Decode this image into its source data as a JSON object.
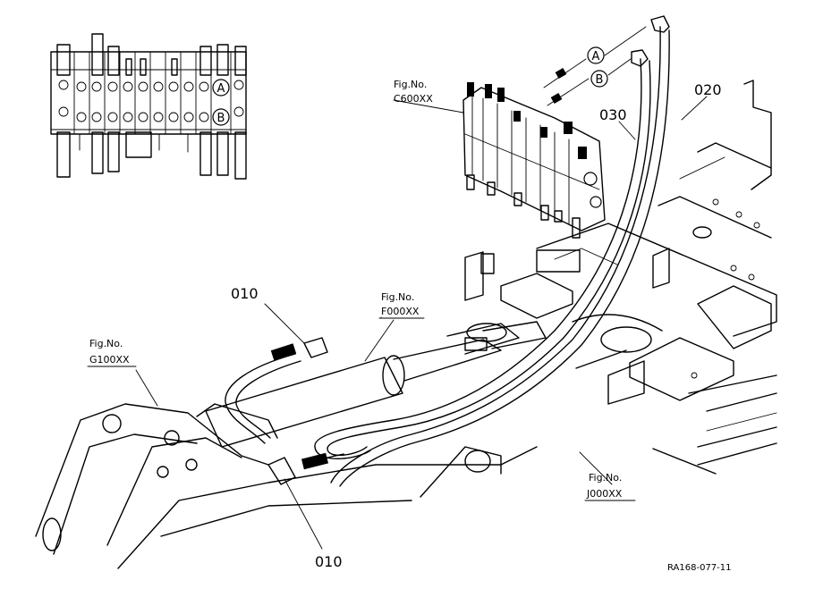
{
  "callouts": {
    "part_010_top": "010",
    "part_010_bottom": "010",
    "part_020": "020",
    "part_030": "030"
  },
  "figure_refs": {
    "c600": {
      "line1": "Fig.No.",
      "line2": "C600XX"
    },
    "f000": {
      "line1": "Fig.No.",
      "line2": "F000XX"
    },
    "g100": {
      "line1": "Fig.No.",
      "line2": "G100XX"
    },
    "j000": {
      "line1": "Fig.No.",
      "line2": "J000XX"
    }
  },
  "port_markers": {
    "inset_a": "A",
    "inset_b": "B",
    "hose_a": "A",
    "hose_b": "B"
  },
  "drawing_number": "RA168-077-11"
}
